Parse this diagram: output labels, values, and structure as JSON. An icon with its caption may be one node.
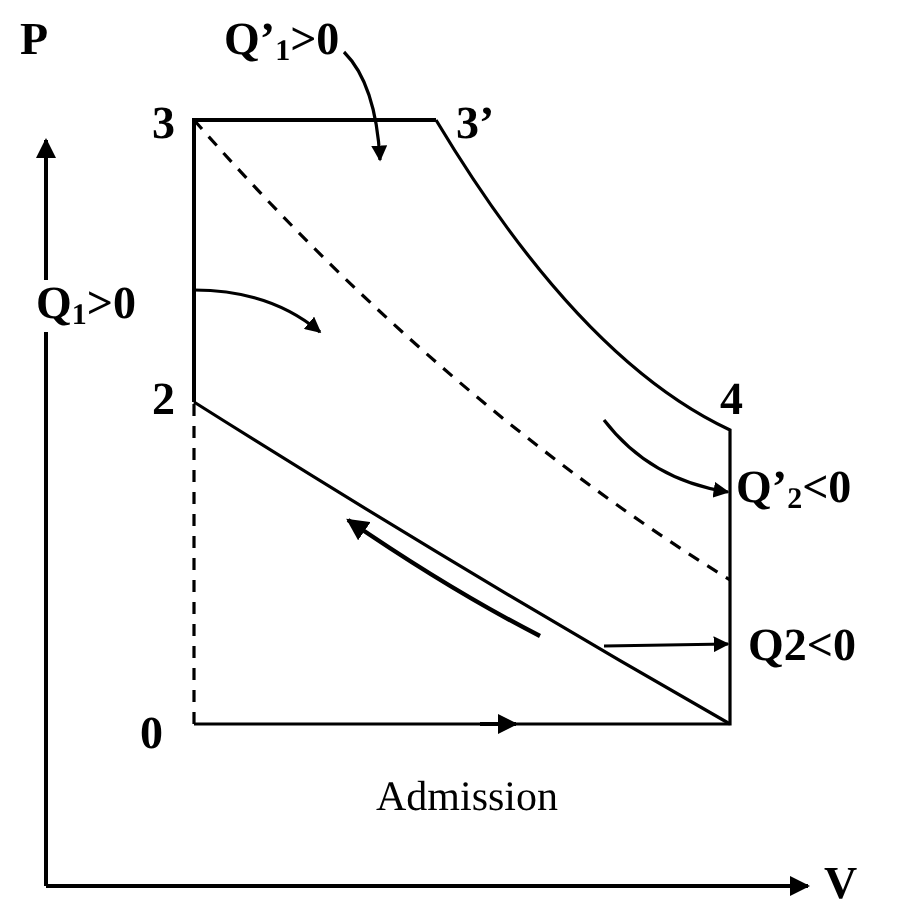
{
  "diagram": {
    "labels": [
      "P",
      "Q’$_{1}$>0",
      "3",
      "3’",
      "Q$_{1}$>0",
      "2",
      "4",
      "Q’$_{2}$<0",
      "Q2<0",
      "0",
      "Admission",
      "V"
    ]
  }
}
